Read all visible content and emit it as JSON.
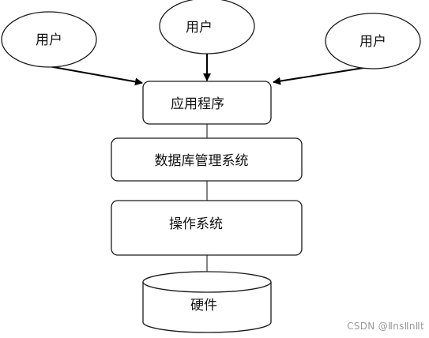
{
  "nodes": {
    "user_left": "用户",
    "user_center": "用户",
    "user_right": "用户",
    "application": "应用程序",
    "dbms": "数据库管理系统",
    "os": "操作系统",
    "hardware": "硬件"
  },
  "watermark": "CSDN @ⅡnsⅡnⅡt",
  "colors": {
    "stroke": "#1a1a1a",
    "arrow": "#000000",
    "background": "#ffffff"
  }
}
